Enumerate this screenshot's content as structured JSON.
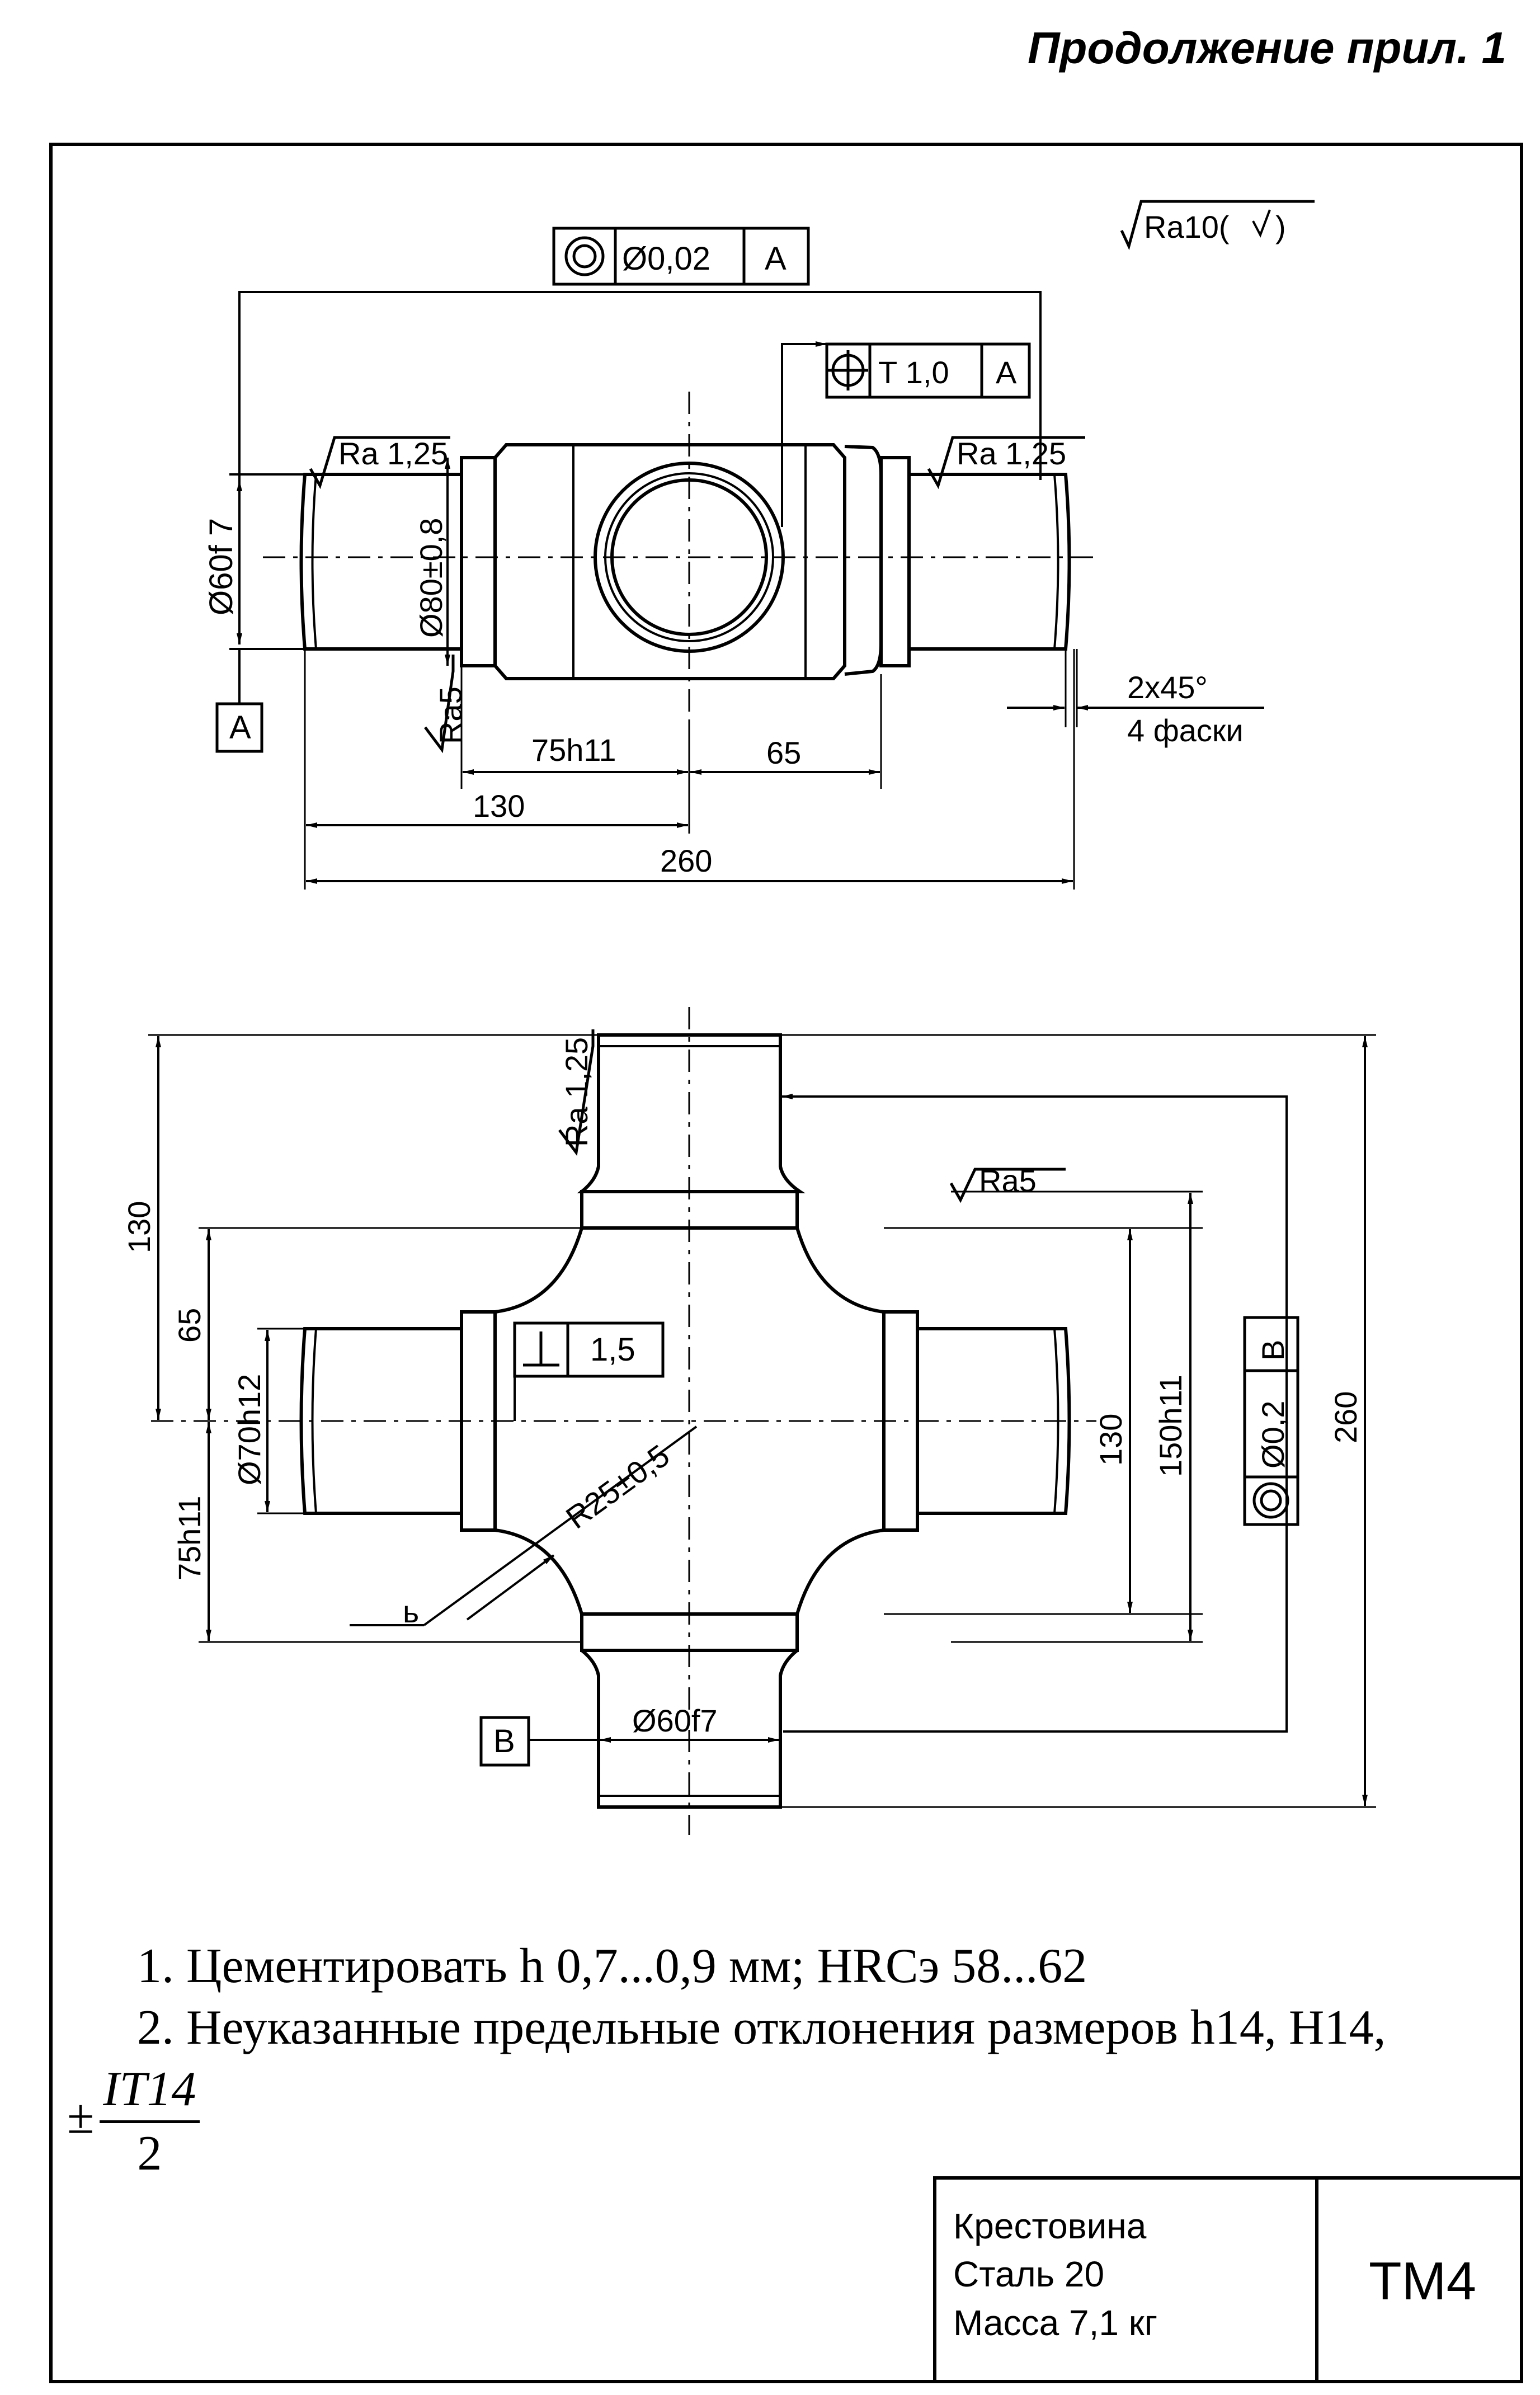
{
  "header": {
    "title": "Продолжение прил. 1"
  },
  "drawing": {
    "top_view": {
      "roughness_default": "Ra10(",
      "runout_tolerance": "Ø0,02",
      "datum_a": "A",
      "position_tolerance": "T 1,0",
      "roughness_left_journal": "Ra 1,25",
      "roughness_right_journal": "Ra 1,25",
      "dia_journal": "Ø60f 7",
      "dia_body": "Ø80±0,8",
      "roughness_face": "Ra5",
      "dim_75h11": "75h11",
      "dim_65": "65",
      "dim_130": "130",
      "dim_260": "260",
      "chamfer": "2x45°",
      "chamfer_count": "4 фаски"
    },
    "front_view": {
      "roughness_top_journal": "Ra 1,25",
      "roughness_face": "Ra5",
      "perpendicularity_value": "1,5",
      "radius": "R25±0,5",
      "dia_left_journal": "Ø70h12",
      "dia_bottom_journal": "Ø60f7",
      "datum_b": "B",
      "runout_value": "Ø0,2",
      "dim_130": "130",
      "dim_65": "65",
      "dim_75h11": "75h11",
      "dim_130_right": "130",
      "dim_150h11": "150h11",
      "dim_260": "260"
    }
  },
  "notes": {
    "line1": "1. Цементировать h 0,7...0,9 мм; HRCэ 58...62",
    "line2": "2. Неуказанные предельные отклонения размеров h14, H14,",
    "pm": "±",
    "frac_num": "IT14",
    "frac_den": "2"
  },
  "title_block": {
    "part_name": "Крестовина",
    "material": "Сталь 20",
    "mass": "Масса 7,1 кг",
    "code": "ТМ4"
  }
}
